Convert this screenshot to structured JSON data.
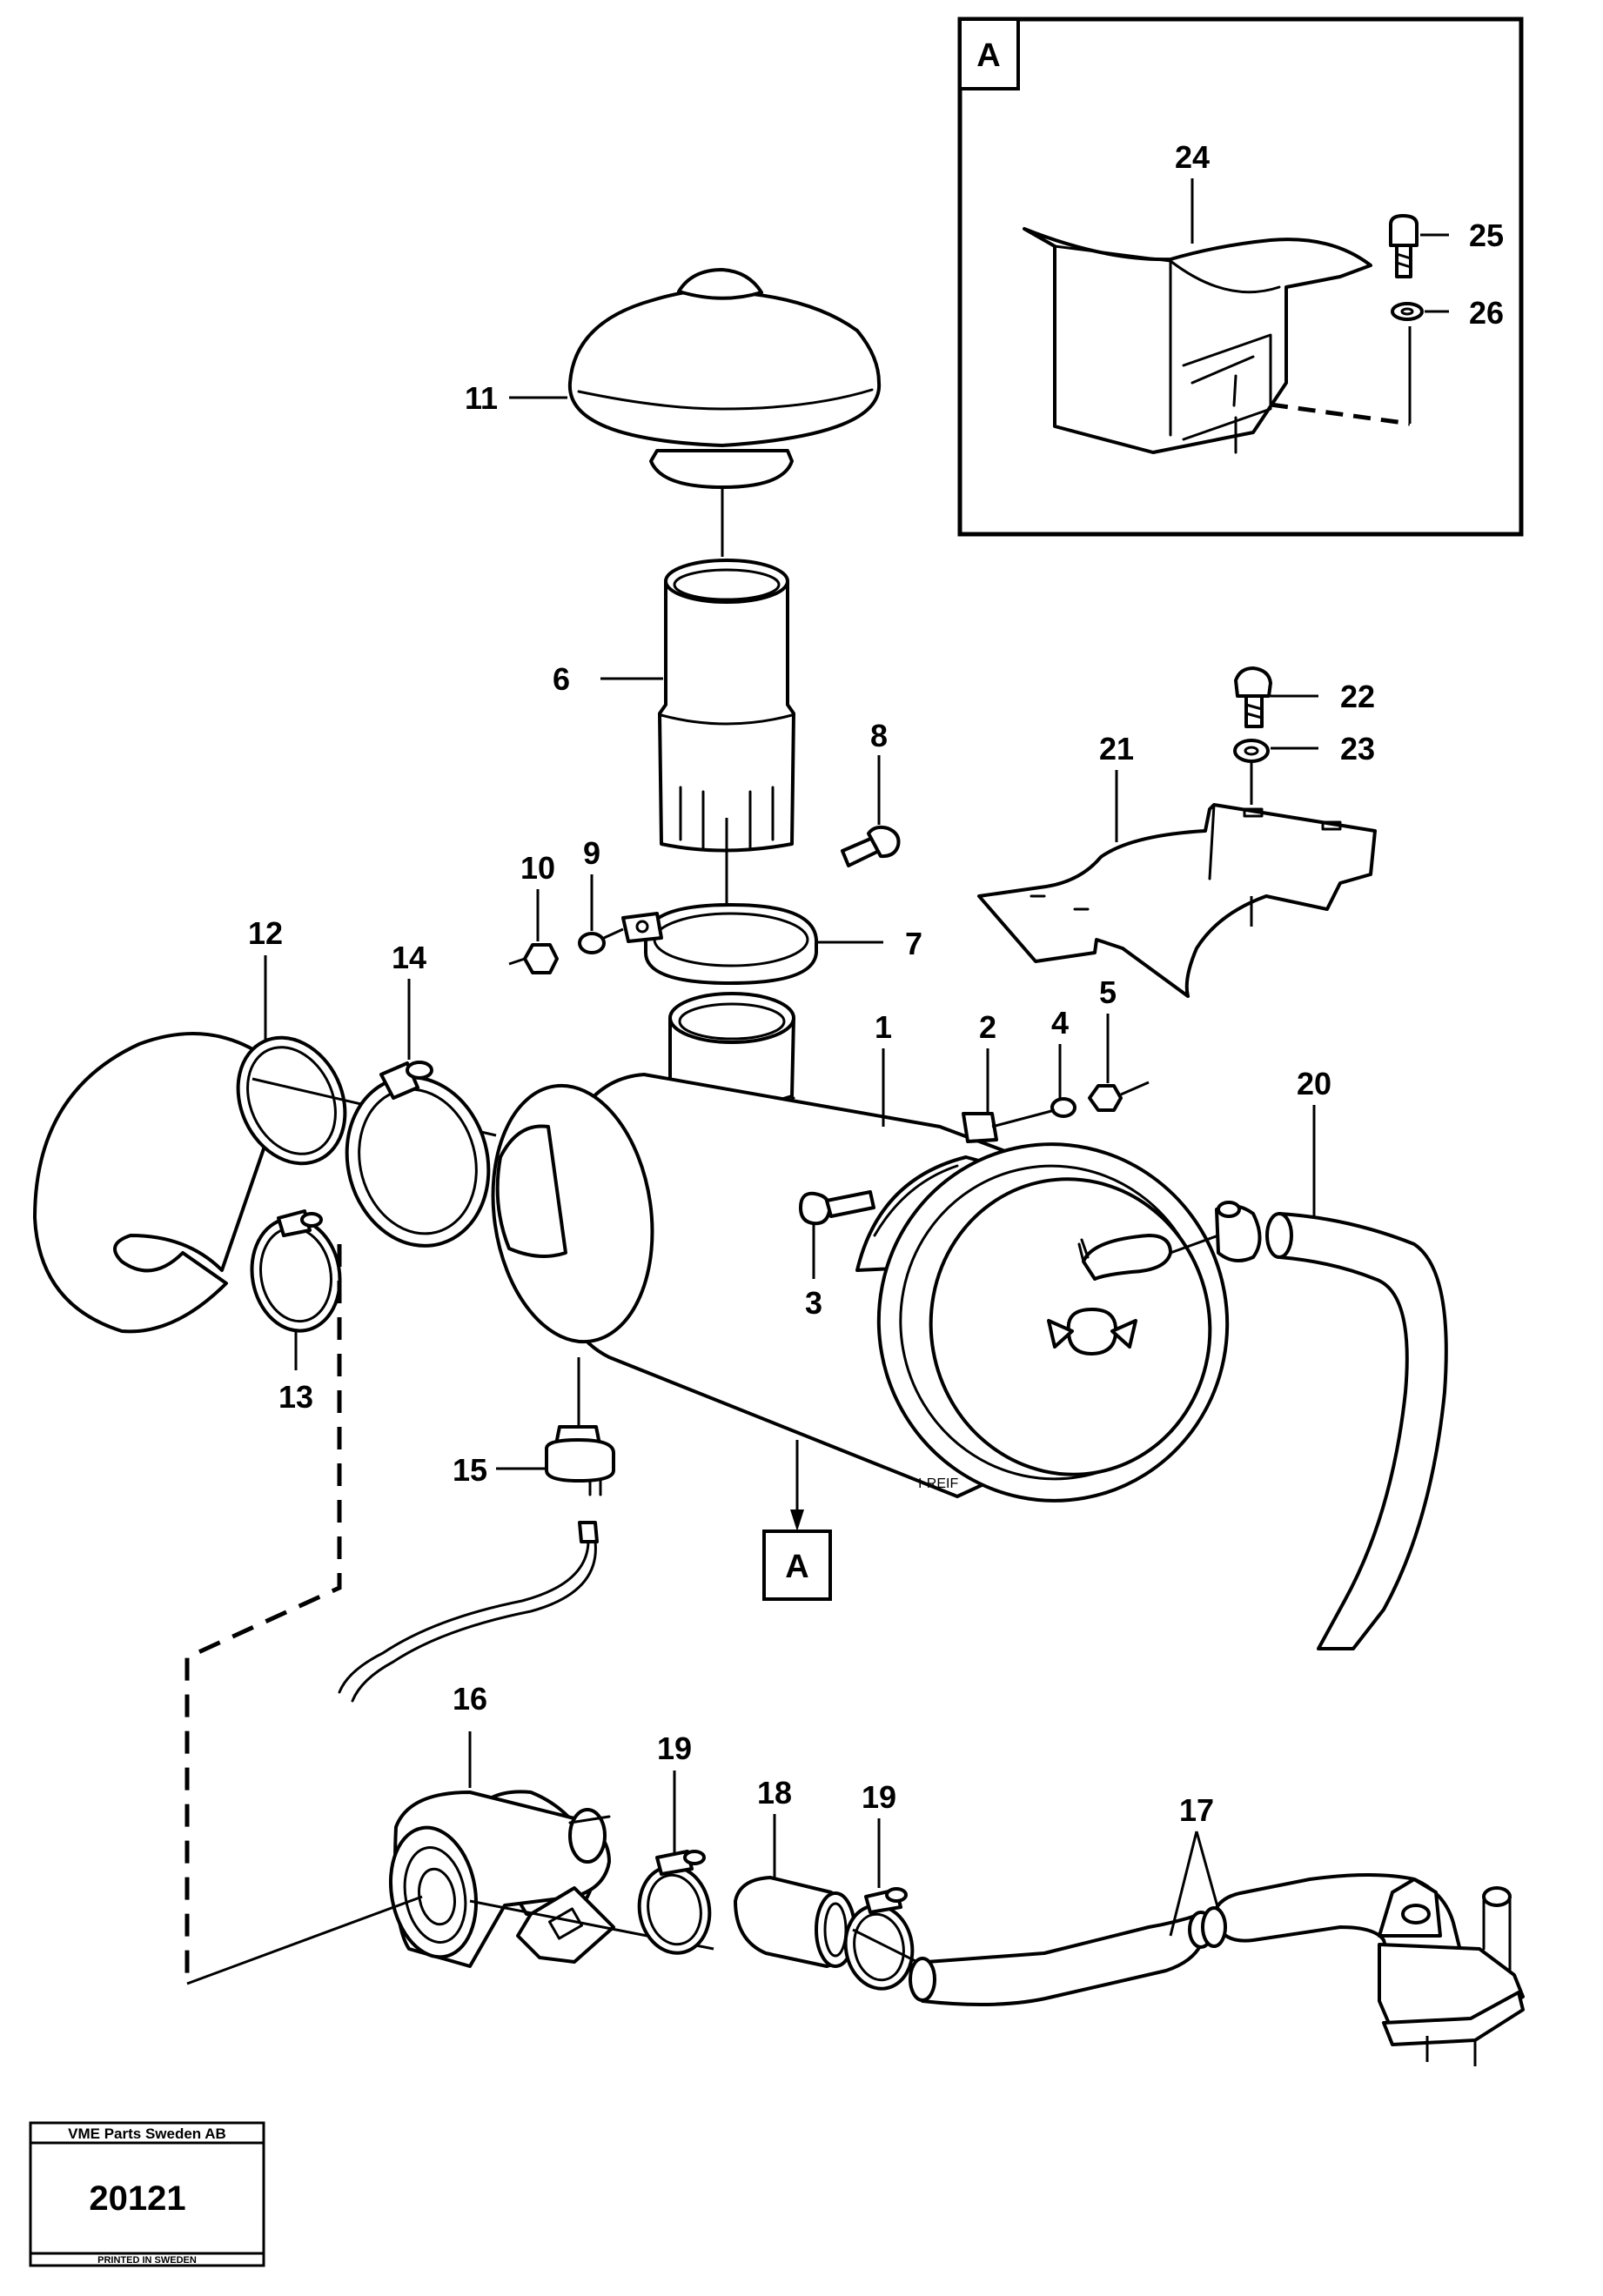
{
  "detail_view": {
    "label": "A"
  },
  "section_marker": {
    "label": "A"
  },
  "callouts": {
    "c1": "1",
    "c2": "2",
    "c3": "3",
    "c4": "4",
    "c5": "5",
    "c6": "6",
    "c7": "7",
    "c8": "8",
    "c9": "9",
    "c10": "10",
    "c11": "11",
    "c12": "12",
    "c13": "13",
    "c14": "14",
    "c15": "15",
    "c16": "16",
    "c17": "17",
    "c18": "18",
    "c19a": "19",
    "c19b": "19",
    "c20": "20",
    "c21": "21",
    "c22": "22",
    "c23": "23",
    "c24": "24",
    "c25": "25",
    "c26": "26"
  },
  "signature": "I-REIF",
  "stamp": {
    "company": "VME Parts Sweden AB",
    "number": "20121",
    "printed": "PRINTED IN SWEDEN"
  }
}
